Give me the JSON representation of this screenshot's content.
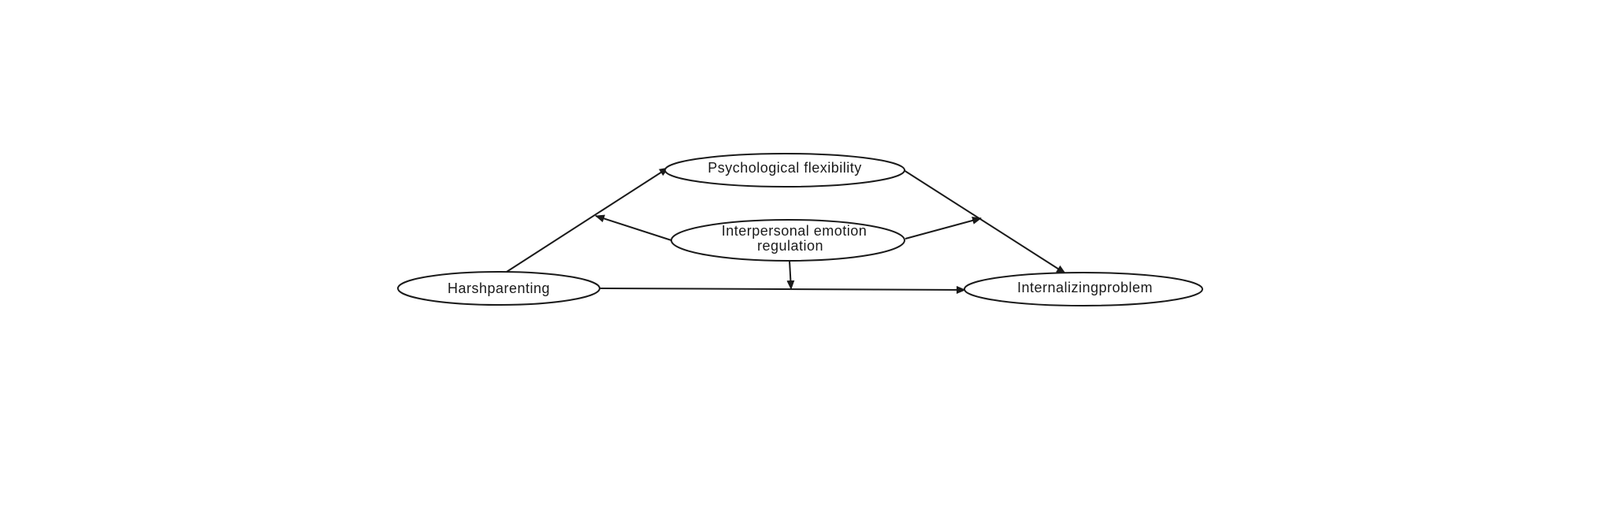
{
  "diagram": {
    "type": "moderated-mediation-model",
    "nodes": {
      "harsh_parenting": {
        "label": "Harshparenting"
      },
      "psychological_flexibility": {
        "label": "Psychological flexibility"
      },
      "interpersonal_emotion_regulation": {
        "label_line1": "Interpersonal emotion",
        "label_line2": "regulation"
      },
      "internalizing_problem": {
        "label": "Internalizingproblem"
      }
    },
    "edges": [
      {
        "from": "harsh_parenting",
        "to": "psychological_flexibility"
      },
      {
        "from": "psychological_flexibility",
        "to": "internalizing_problem"
      },
      {
        "from": "harsh_parenting",
        "to": "internalizing_problem"
      },
      {
        "from": "interpersonal_emotion_regulation",
        "to": "path:harsh_parenting->psychological_flexibility"
      },
      {
        "from": "interpersonal_emotion_regulation",
        "to": "path:psychological_flexibility->internalizing_problem"
      },
      {
        "from": "interpersonal_emotion_regulation",
        "to": "path:harsh_parenting->internalizing_problem"
      }
    ],
    "colors": {
      "stroke": "#1a1a1a",
      "background": "#ffffff"
    }
  }
}
